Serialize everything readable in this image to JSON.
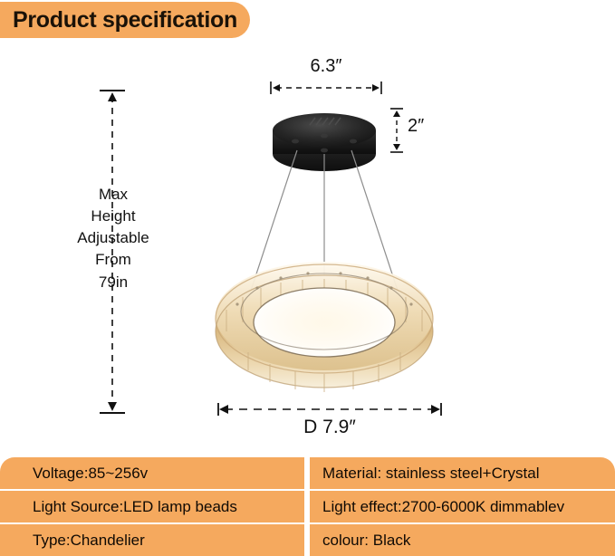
{
  "header": {
    "title": "Product specification",
    "badge_color": "#f5a95e"
  },
  "diagram": {
    "height_note_lines": [
      "Max",
      "Height",
      "Adjustable",
      "From",
      "79in"
    ],
    "canopy_width": "6.3″",
    "canopy_height": "2″",
    "ring_diameter": "D 7.9″",
    "product_name": "crystal-ring-chandelier",
    "colors": {
      "canopy": "#1d1d1d",
      "crystal": "#e6cfa4",
      "dimension_line": "#111111"
    }
  },
  "spec_table": {
    "rows": [
      {
        "left": "Voltage:85~256v",
        "right": "Material: stainless steel+Crystal"
      },
      {
        "left": "Light Source:LED lamp beads",
        "right": "Light effect:2700-6000K dimmablev"
      },
      {
        "left": "Type:Chandelier",
        "right": "colour: Black"
      }
    ]
  }
}
